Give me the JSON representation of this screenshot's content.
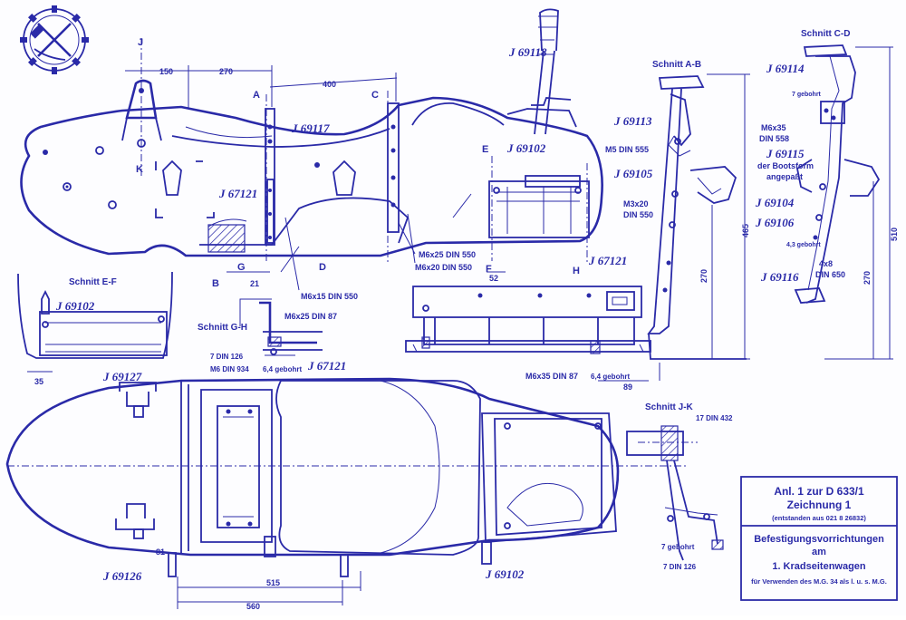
{
  "colors": {
    "ink": "#2a2aa8",
    "paper": "#fdfdff"
  },
  "logo": {
    "icon": "gear-hammer-emblem-icon"
  },
  "sections": {
    "ab": "Schnitt A-B",
    "cd": "Schnitt C-D",
    "ef": "Schnitt E-F",
    "gh": "Schnitt G-H",
    "jk": "Schnitt J-K"
  },
  "section_markers": {
    "a": "A",
    "b": "B",
    "c": "C",
    "d": "D",
    "e": "E",
    "f": "F",
    "g": "G",
    "h": "H",
    "j": "J",
    "k": "K"
  },
  "part_numbers": {
    "p69118": "J 69118",
    "p69117": "J 69117",
    "p67121_side": "J 67121",
    "p69102_side": "J 69102",
    "p69113": "J 69113",
    "p69105": "J 69105",
    "p69114": "J 69114",
    "p69115": "J 69115",
    "p69104": "J 69104",
    "p69106": "J 69106",
    "p69116": "J 69116",
    "p67121_frame": "J 67121",
    "p69102_ef": "J 69102",
    "p69127": "J 69127",
    "p67121_top": "J 67121",
    "p69126": "J 69126",
    "p69102_top": "J 69102"
  },
  "notes": {
    "m5_555": "M5 DIN 555",
    "m3x20": "M3x20",
    "din550_ab": "DIN 550",
    "m6x35_cd": "M6x35",
    "din558": "DIN 558",
    "bootsform1": "der Bootsform",
    "bootsform2": "angepaßt",
    "gebohrt7_cd": "7 gebohrt",
    "gebohrt43": "4,3 gebohrt",
    "b4x8": "4x8",
    "din650": "DIN 650",
    "m6x25_550": "M6x25 DIN 550",
    "m6x20_550": "M6x20 DIN 550",
    "m6x15_550": "M6x15 DIN 550",
    "m6x25_87": "M6x25 DIN 87",
    "din126_gh": "7 DIN 126",
    "m6_934": "M6 DIN 934",
    "gebohrt64_gh": "6,4 gebohrt",
    "m6x35_87": "M6x35 DIN 87",
    "gebohrt64_frame": "6,4 gebohrt",
    "din432": "17 DIN 432",
    "gebohrt7_jk": "7 gebohrt",
    "din126_jk": "7 DIN 126"
  },
  "dimensions": {
    "d150": "150",
    "d270_top": "270",
    "d400": "400",
    "d21": "21",
    "d52": "52",
    "d35": "35",
    "d89": "89",
    "d465": "465",
    "d270_ab": "270",
    "d510": "510",
    "d270_cd": "270",
    "d81": "81",
    "d515": "515",
    "d560": "560"
  },
  "title_block": {
    "line1": "Anl. 1 zur D 633/1",
    "line2": "Zeichnung 1",
    "line3": "(entstanden aus 021 8 26832)",
    "line4": "Befestigungsvorrichtungen",
    "line5": "am",
    "line6": "1. Kradseitenwagen",
    "line7": "für Verwenden des M.G. 34 als l. u. s. M.G."
  }
}
